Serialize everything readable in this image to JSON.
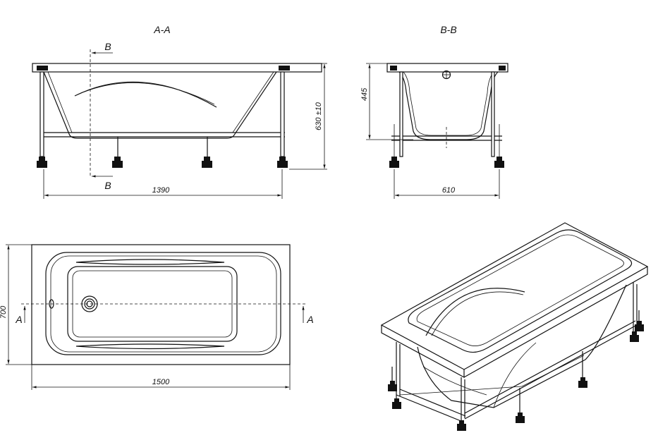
{
  "views": {
    "section_aa": {
      "title": "A-A"
    },
    "section_bb": {
      "title": "B-B"
    }
  },
  "section_markers": {
    "b_top": "B",
    "b_bottom": "B",
    "a_left": "A",
    "a_right": "A"
  },
  "dimensions": {
    "frame_length": "1390",
    "total_height": "630 ±10",
    "frame_width": "610",
    "tub_depth": "445",
    "tub_length": "1500",
    "tub_width": "700"
  },
  "colors": {
    "line": "#111111",
    "background": "#ffffff"
  }
}
